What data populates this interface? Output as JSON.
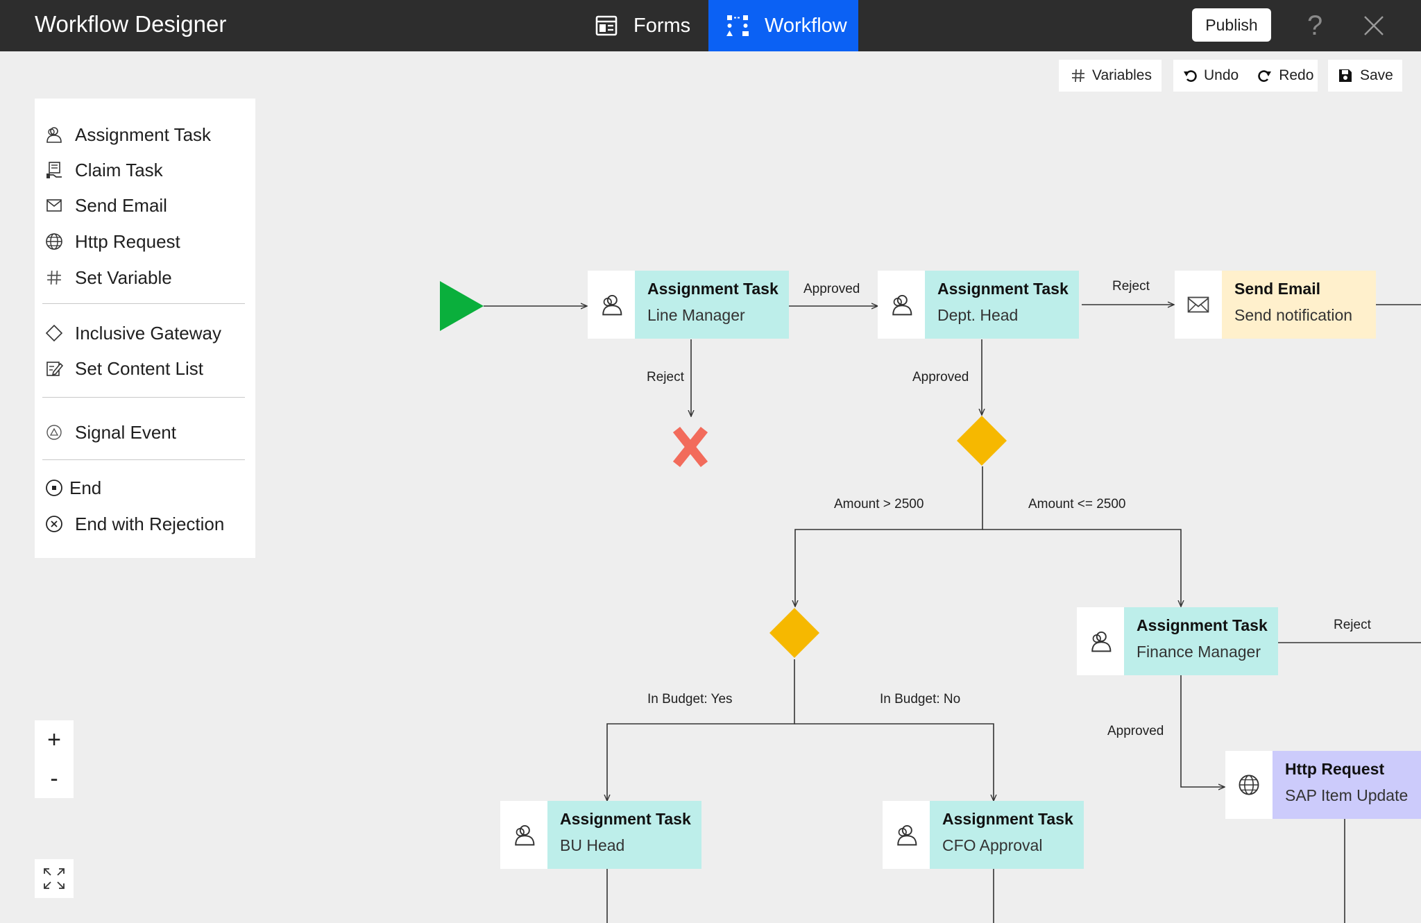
{
  "app": {
    "title": "Workflow Designer",
    "tabs": [
      {
        "label": "Forms",
        "active": false
      },
      {
        "label": "Workflow",
        "active": true
      }
    ],
    "publish_label": "Publish",
    "accent_color": "#0b61f4"
  },
  "toolbar": {
    "variables_label": "Variables",
    "undo_label": "Undo",
    "redo_label": "Redo",
    "save_label": "Save"
  },
  "palette": {
    "groups": [
      [
        {
          "label": "Assignment Task",
          "icon": "user-task-icon"
        },
        {
          "label": "Claim Task",
          "icon": "claim-task-icon"
        },
        {
          "label": "Send Email",
          "icon": "envelope-icon"
        },
        {
          "label": "Http Request",
          "icon": "globe-icon"
        },
        {
          "label": "Set Variable",
          "icon": "hash-icon"
        }
      ],
      [
        {
          "label": "Inclusive Gateway",
          "icon": "diamond-icon"
        },
        {
          "label": "Set Content List",
          "icon": "edit-list-icon"
        }
      ],
      [
        {
          "label": "Signal Event",
          "icon": "signal-event-icon"
        }
      ],
      [
        {
          "label": "End",
          "icon": "end-icon"
        },
        {
          "label": "End with Rejection",
          "icon": "end-rejection-icon"
        }
      ]
    ]
  },
  "zoom": {
    "in_label": "+",
    "out_label": "-"
  },
  "workflow": {
    "nodes": {
      "line_manager": {
        "title": "Assignment Task",
        "subtitle": "Line Manager",
        "color": "#bdeeea"
      },
      "dept_head": {
        "title": "Assignment Task",
        "subtitle": "Dept. Head",
        "color": "#bdeeea"
      },
      "send_email": {
        "title": "Send Email",
        "subtitle": "Send notification",
        "color": "#fff0cc"
      },
      "finance_manager": {
        "title": "Assignment Task",
        "subtitle": "Finance Manager",
        "color": "#bdeeea"
      },
      "bu_head": {
        "title": "Assignment Task",
        "subtitle": "BU Head",
        "color": "#bdeeea"
      },
      "cfo_approval": {
        "title": "Assignment Task",
        "subtitle": "CFO Approval",
        "color": "#bdeeea"
      },
      "http_request": {
        "title": "Http Request",
        "subtitle": "SAP Item Update",
        "color": "#cccbfb"
      }
    },
    "edge_labels": {
      "lm_approved": "Approved",
      "lm_reject": "Reject",
      "dh_reject": "Reject",
      "dh_approved": "Approved",
      "amount_gt": "Amount > 2500",
      "amount_le": "Amount <= 2500",
      "budget_yes": "In Budget: Yes",
      "budget_no": "In Budget: No",
      "fm_reject": "Reject",
      "fm_approved": "Approved"
    },
    "colors": {
      "start": "#0aaf3c",
      "gateway": "#f6b800",
      "reject_end": "#f26b5b",
      "line": "#333333"
    }
  }
}
